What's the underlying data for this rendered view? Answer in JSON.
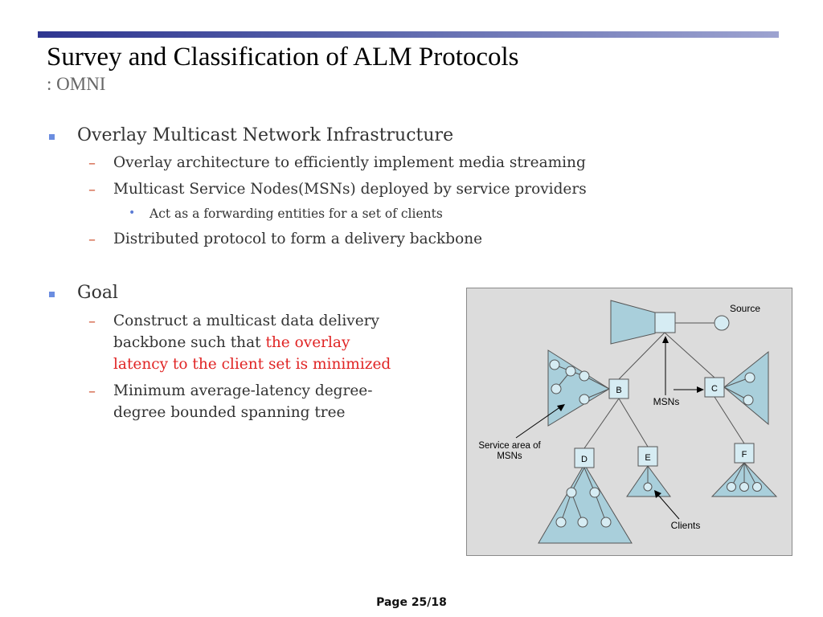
{
  "slide": {
    "title": "Survey and Classification of ALM Protocols",
    "subtitle": ": OMNI",
    "footer": "Page 25/18"
  },
  "bullets": {
    "b1": {
      "text": "Overlay Multicast Network Infrastructure",
      "sub1": "Overlay architecture to efficiently implement media streaming",
      "sub2": "Multicast Service Nodes(MSNs) deployed by service providers",
      "sub2_child": "Act as a forwarding entities for a set of clients",
      "sub3": "Distributed protocol to form a delivery backbone"
    },
    "b2": {
      "text": "Goal",
      "sub1_line1": "Construct a multicast data delivery",
      "sub1_line2_plain": "backbone such that ",
      "sub1_line2_red": "the overlay",
      "sub1_line3_red": "latency to the client set is minimized",
      "sub2_line1": "Minimum average-latency degree-",
      "sub2_line2": "degree bounded spanning tree"
    }
  },
  "diagram": {
    "labels": {
      "source": "Source",
      "msns": "MSNs",
      "service_area_line1": "Service area of",
      "service_area_line2": "MSNs",
      "clients": "Clients"
    },
    "nodes": {
      "b": "B",
      "c": "C",
      "d": "D",
      "e": "E",
      "f": "F"
    }
  },
  "colors": {
    "title_bar_start": "#2e3590",
    "title_bar_end": "#9da3d0",
    "bullet_square": "#6b8de0",
    "dash": "#d05a3a",
    "highlight_red": "#e02424",
    "diagram_bg": "#dcdcdc",
    "shape_fill": "#a9cfdb"
  }
}
